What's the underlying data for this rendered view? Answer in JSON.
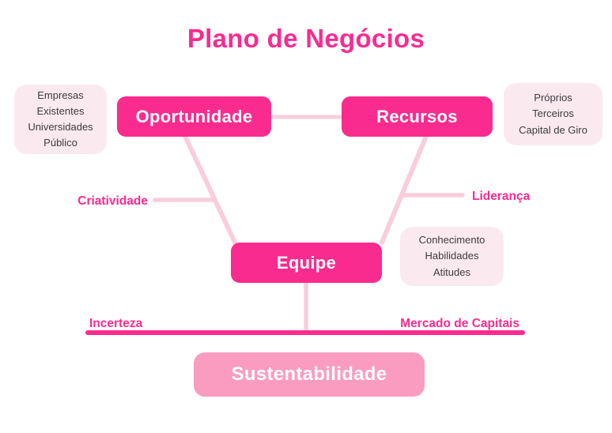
{
  "title": "Plano de Negócios",
  "colors": {
    "accent": "#FA2B8F",
    "accent_light_line": "#F9CDDC",
    "infobox_bg": "#FBE9F0",
    "infobox_text": "#3D3D3D",
    "sustainability_bg": "#FA9CC0",
    "node_text": "#FFFFFF",
    "background": "#FFFFFF"
  },
  "nodes": {
    "oportunidade": {
      "label": "Oportunidade"
    },
    "recursos": {
      "label": "Recursos"
    },
    "equipe": {
      "label": "Equipe"
    },
    "sustentabilidade": {
      "label": "Sustentabilidade"
    }
  },
  "infoboxes": {
    "oportunidade_fontes": {
      "items": [
        "Empresas Existentes",
        "Universidades",
        "Público"
      ]
    },
    "recursos_tipos": {
      "items": [
        "Próprios",
        "Terceiros",
        "Capital de Giro"
      ]
    },
    "equipe_competencias": {
      "items": [
        "Conhecimento",
        "Habilidades",
        "Atitudes"
      ]
    }
  },
  "edge_labels": {
    "criatividade": "Criatividade",
    "lideranca": "Liderança",
    "incerteza": "Incerteza",
    "mercado_de_capitais": "Mercado de Capitais"
  }
}
